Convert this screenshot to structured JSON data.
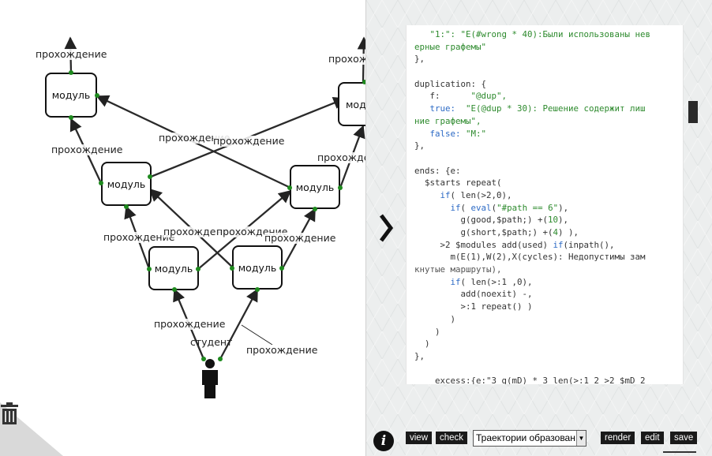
{
  "diagram": {
    "nodes": [
      {
        "id": "m-top-left",
        "label": "модуль"
      },
      {
        "id": "m-top-right",
        "label": "модуль"
      },
      {
        "id": "m-mid-left",
        "label": "модуль"
      },
      {
        "id": "m-mid-right",
        "label": "модуль"
      },
      {
        "id": "m-low-left",
        "label": "модуль"
      },
      {
        "id": "m-low-right",
        "label": "модуль"
      }
    ],
    "edge_label": "прохождение",
    "student_label": "студент"
  },
  "editor": {
    "lines": [
      [
        {
          "t": "   \"1:\": ",
          "c": "str"
        },
        {
          "t": "\"E(#wrong * 40):Были использованы нев",
          "c": "str"
        }
      ],
      [
        {
          "t": "ерные графемы\"",
          "c": "str"
        }
      ],
      [
        {
          "t": "},",
          "c": "plain"
        }
      ],
      [
        {
          "t": "",
          "c": "plain"
        }
      ],
      [
        {
          "t": "duplication: {",
          "c": "plain"
        }
      ],
      [
        {
          "t": "   f:      ",
          "c": "plain"
        },
        {
          "t": "\"@dup\",",
          "c": "str"
        }
      ],
      [
        {
          "t": "   true:  ",
          "c": "kw"
        },
        {
          "t": "\"E(@dup * 30): Решение содержит лиш",
          "c": "str"
        }
      ],
      [
        {
          "t": "ние графемы\",",
          "c": "str"
        }
      ],
      [
        {
          "t": "   false: ",
          "c": "kw"
        },
        {
          "t": "\"M:\"",
          "c": "str"
        }
      ],
      [
        {
          "t": "},",
          "c": "plain"
        }
      ],
      [
        {
          "t": "",
          "c": "plain"
        }
      ],
      [
        {
          "t": "ends: {e:",
          "c": "plain"
        }
      ],
      [
        {
          "t": "  $starts repeat(",
          "c": "plain"
        }
      ],
      [
        {
          "t": "     ",
          "c": "plain"
        },
        {
          "t": "if",
          "c": "kw"
        },
        {
          "t": "( len(>2,0),",
          "c": "plain"
        }
      ],
      [
        {
          "t": "       ",
          "c": "plain"
        },
        {
          "t": "if",
          "c": "kw"
        },
        {
          "t": "( ",
          "c": "plain"
        },
        {
          "t": "eval",
          "c": "kw"
        },
        {
          "t": "(",
          "c": "plain"
        },
        {
          "t": "\"#path == 6\"",
          "c": "str"
        },
        {
          "t": "),",
          "c": "plain"
        }
      ],
      [
        {
          "t": "         g(good,$path;) +(",
          "c": "plain"
        },
        {
          "t": "10",
          "c": "num"
        },
        {
          "t": "),",
          "c": "plain"
        }
      ],
      [
        {
          "t": "         g(short,$path;) +(",
          "c": "plain"
        },
        {
          "t": "4",
          "c": "num"
        },
        {
          "t": ") ),",
          "c": "plain"
        }
      ],
      [
        {
          "t": "     >2 $modules add(used) ",
          "c": "plain"
        },
        {
          "t": "if",
          "c": "kw"
        },
        {
          "t": "(inpath(),",
          "c": "plain"
        }
      ],
      [
        {
          "t": "       m(E(1),W(2),X(cycles): Недопустимы зам",
          "c": "plain"
        }
      ],
      [
        {
          "t": "кнутые маршруты),",
          "c": "cmt"
        }
      ],
      [
        {
          "t": "       ",
          "c": "plain"
        },
        {
          "t": "if",
          "c": "kw"
        },
        {
          "t": "( len(>:1 ,0),",
          "c": "plain"
        }
      ],
      [
        {
          "t": "         add(noexit) -,",
          "c": "plain"
        }
      ],
      [
        {
          "t": "         >:1 repeat() )",
          "c": "plain"
        }
      ],
      [
        {
          "t": "       )",
          "c": "plain"
        }
      ],
      [
        {
          "t": "    )",
          "c": "plain"
        }
      ],
      [
        {
          "t": "  )",
          "c": "plain"
        }
      ],
      [
        {
          "t": "},",
          "c": "plain"
        }
      ],
      [
        {
          "t": "",
          "c": "plain"
        }
      ],
      [
        {
          "t": "    excess:{e:\"3 g(mD) * 3 len(>:1 2 >2 $mD 2",
          "c": "plain"
        }
      ]
    ]
  },
  "toolbar": {
    "info_label": "i",
    "view_label": "view",
    "check_label": "check",
    "select_value": "Траектории образован",
    "render_label": "render",
    "edit_label": "edit",
    "save_label": "save"
  },
  "colors": {
    "accent_green": "#1e8a1e",
    "string_green": "#2d8a2d",
    "keyword_blue": "#2c6ac5"
  }
}
